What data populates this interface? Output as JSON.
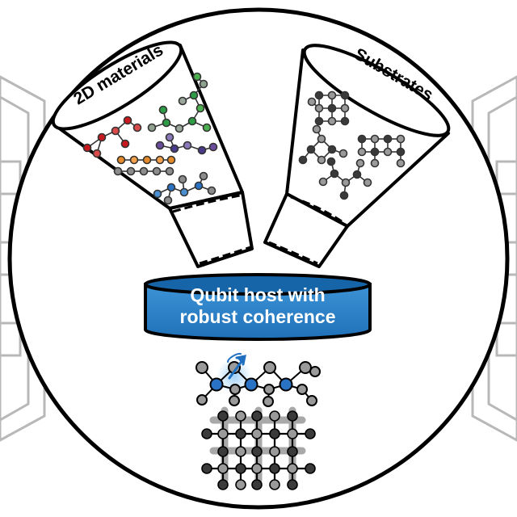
{
  "funnels": {
    "left_label": "2D materials",
    "right_label": "Substrates"
  },
  "qubit_host": {
    "line1": "Qubit host with",
    "line2": "robust coherence"
  },
  "colors": {
    "outline": "#000000",
    "host_top": "#1565a8",
    "host_side": "#2e86cc",
    "qubit_atom": "#2a73c4",
    "qubit_glow": "#8fc1ee",
    "gray_atom": "#9a9a9a",
    "dark_atom": "#3a3a3a",
    "frame_gray": "#b8b8b8"
  },
  "icons": [
    "spin-arrow-icon",
    "qubit-atom-icon"
  ]
}
